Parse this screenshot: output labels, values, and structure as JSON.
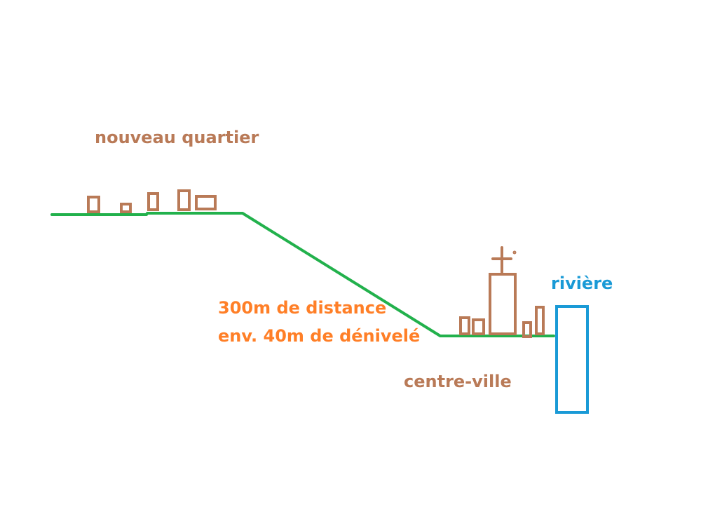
{
  "labels": {
    "new_quarter": "nouveau quartier",
    "distance": "300m de distance",
    "elevation": "env. 40m de dénivelé",
    "city_center": "centre-ville",
    "river": "rivière"
  },
  "colors": {
    "ground": "#22b14c",
    "buildings": "#b97a57",
    "annotation": "#ff7f27",
    "river": "#1a9ad6",
    "background": "#ffffff"
  }
}
